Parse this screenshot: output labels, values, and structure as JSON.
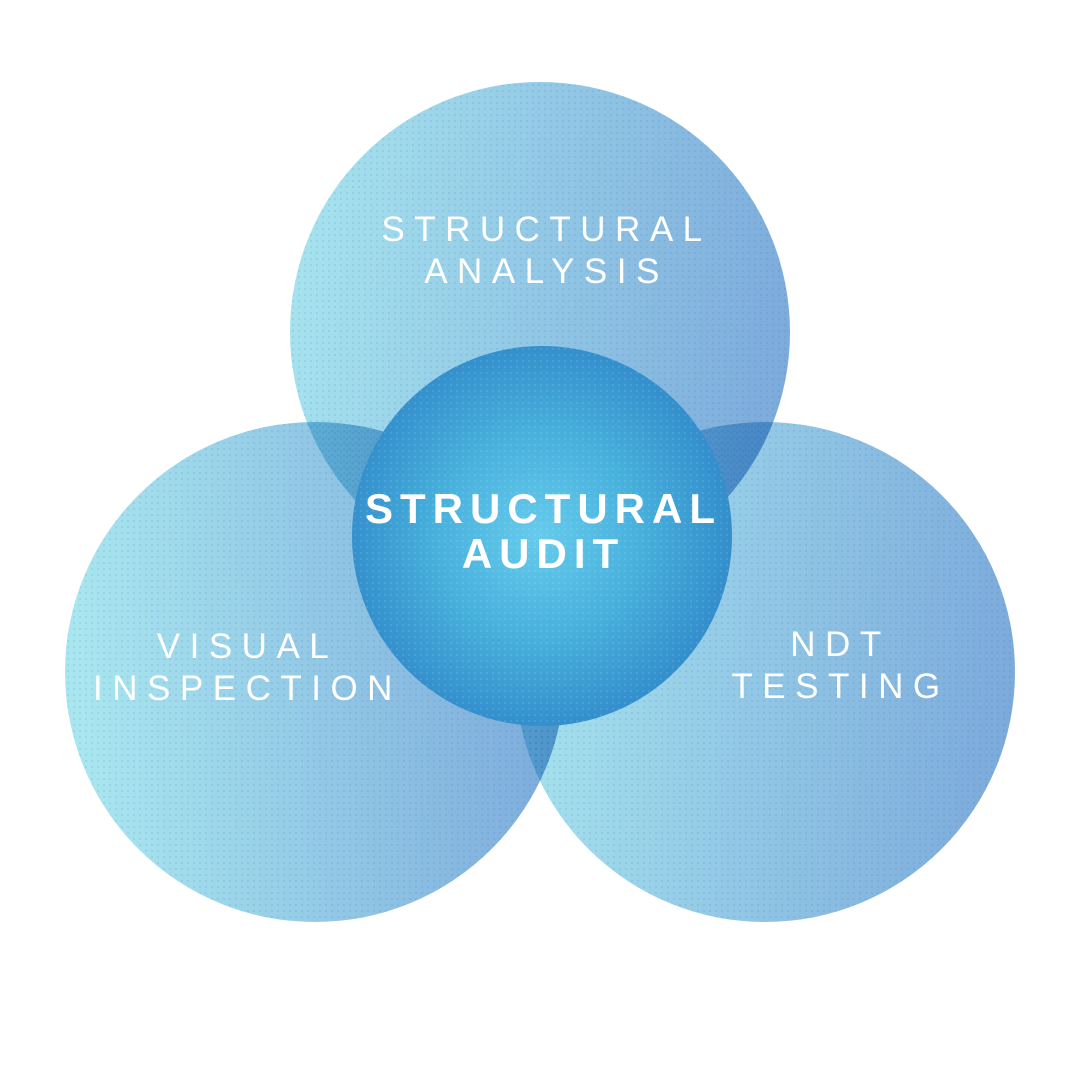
{
  "diagram": {
    "type": "venn",
    "center_circle": {
      "id": "structural-audit",
      "lines": [
        "STRUCTURAL",
        "AUDIT"
      ]
    },
    "outer_circles": [
      {
        "id": "structural-analysis",
        "position": "top",
        "lines": [
          "STRUCTURAL",
          "ANALYSIS"
        ]
      },
      {
        "id": "visual-inspection",
        "position": "bottom-left",
        "lines": [
          "VISUAL",
          "INSPECTION"
        ]
      },
      {
        "id": "ndt-testing",
        "position": "bottom-right",
        "lines": [
          "NDT",
          "TESTING"
        ]
      }
    ]
  },
  "colors": {
    "background": "#ffffff",
    "text": "#ffffff",
    "outer_gradient_start": "#a9e6ef",
    "outer_gradient_end": "#7aa7da",
    "center_gradient_core": "#66cbec",
    "center_gradient_mid": "#47b0dc",
    "center_gradient_edge": "#2b7ec2"
  }
}
